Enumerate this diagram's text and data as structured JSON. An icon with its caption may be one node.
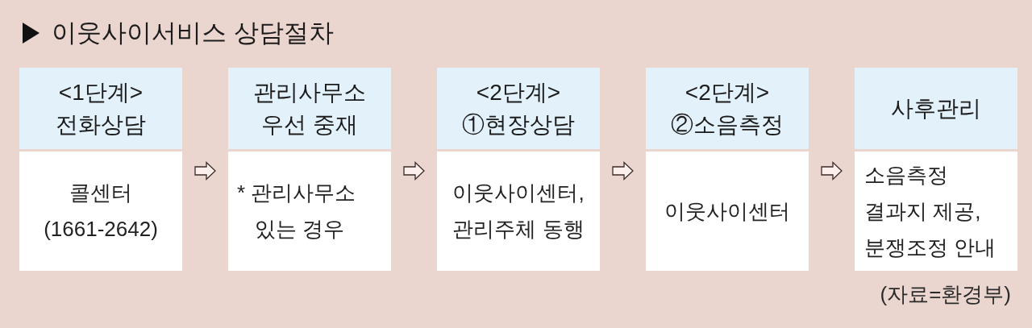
{
  "diagram": {
    "title": "이웃사이서비스 상담절차",
    "nodes": [
      {
        "text": [
          "<1단계> 전화상담"
        ]
      },
      {
        "text": [
          "콜센터 (1661-2642)"
        ]
      },
      {
        "text": [
          "관리사무소 우선 중재"
        ]
      },
      {
        "text": [
          "* 관리사무소 있는 경우"
        ]
      },
      {
        "text": [
          "<2단계> ①현장상담"
        ]
      },
      {
        "text": [
          "이웃사이센터, 관리주체 동행"
        ]
      },
      {
        "text": [
          "<2단계> ②소음측정"
        ]
      },
      {
        "text": [
          "이웃사이센터"
        ]
      },
      {
        "text": [
          "사후관리"
        ]
      },
      {
        "text": [
          "소음측정 결과지 제공, 분쟁조정 안내"
        ]
      }
    ],
    "edges": [
      {
        "from": 1,
        "to": 3,
        "arrow": "to"
      },
      {
        "from": 3,
        "to": 5,
        "arrow": "to"
      },
      {
        "from": 5,
        "to": 7,
        "arrow": "to"
      },
      {
        "from": 7,
        "to": 9,
        "arrow": "to"
      }
    ],
    "labels": [
      "(자료=환경부)"
    ]
  }
}
